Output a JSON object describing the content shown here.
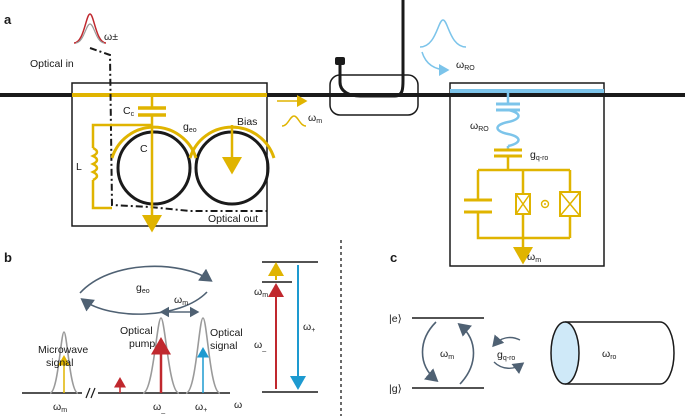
{
  "colors": {
    "gold": "#e0b400",
    "blue": "#7cc4ea",
    "red": "#c0282e",
    "teal": "#1d9ad0",
    "gray": "#9a9a9a",
    "dark": "#1a1a1a",
    "arrow": "#4f6173"
  },
  "panels": {
    "a": "a",
    "b": "b",
    "c": "c"
  },
  "panel_a": {
    "omega_pm": "ω±",
    "optical_in": "Optical in",
    "optical_out": "Optical out",
    "cc": "C",
    "cc_sub": "c",
    "geo": "g",
    "geo_sub": "eo",
    "bias": "Bias",
    "c": "C",
    "l": "L",
    "omega_m": "ω",
    "omega_m_sub": "m",
    "omega_ro": "ω",
    "omega_ro_sub": "RO",
    "omega_ro2": "ω",
    "omega_ro2_sub": "RO",
    "gqro": "g",
    "gqro_sub": "q-ro",
    "omega_m2": "ω",
    "omega_m2_sub": "m"
  },
  "panel_b": {
    "geo": "g",
    "geo_sub": "eo",
    "omega_m_top": "ω",
    "omega_m_top_sub": "m",
    "microwave_signal_1": "Microwave",
    "microwave_signal_2": "signal",
    "optical_pump_1": "Optical",
    "optical_pump_2": "pump",
    "optical_signal_1": "Optical",
    "optical_signal_2": "signal",
    "axis_m": "ω",
    "axis_m_sub": "m",
    "axis_minus": "ω",
    "axis_minus_sub": "_",
    "axis_plus": "ω",
    "axis_plus_sub": "+",
    "axis_omega": "ω",
    "level_m": "ω",
    "level_m_sub": "m",
    "level_minus": "ω",
    "level_minus_sub": "_",
    "level_plus": "ω",
    "level_plus_sub": "+"
  },
  "panel_c": {
    "ket_e": "|e⟩",
    "ket_g": "|g⟩",
    "omega_m": "ω",
    "omega_m_sub": "m",
    "gqro": "g",
    "gqro_sub": "q-ro",
    "omega_ro": "ω",
    "omega_ro_sub": "ro"
  }
}
